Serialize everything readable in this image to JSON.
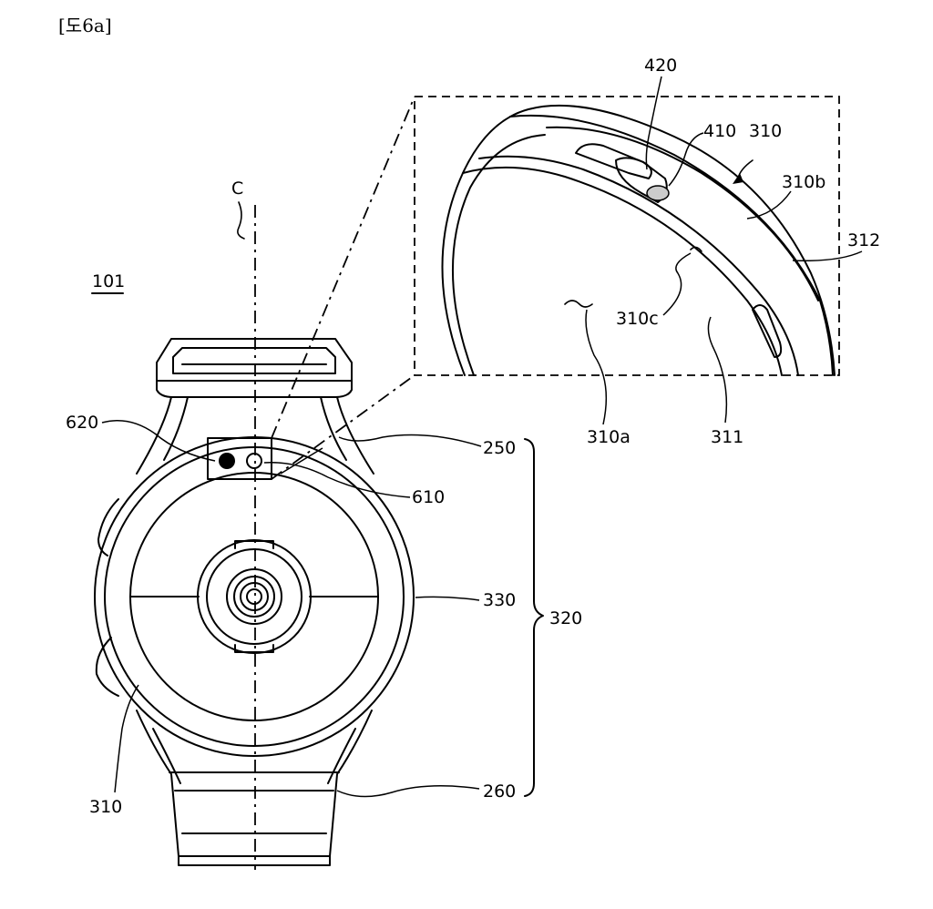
{
  "figure": {
    "header": "[도6a]",
    "device_ref": "101",
    "axis": "C"
  },
  "labels": {
    "l420": "420",
    "l410": "410",
    "l310_top": "310",
    "l310b": "310b",
    "l312": "312",
    "l310c": "310c",
    "l310a": "310a",
    "l311": "311",
    "l620": "620",
    "l250": "250",
    "l610": "610",
    "l330": "330",
    "l320": "320",
    "l310_bottom": "310",
    "l260": "260"
  }
}
